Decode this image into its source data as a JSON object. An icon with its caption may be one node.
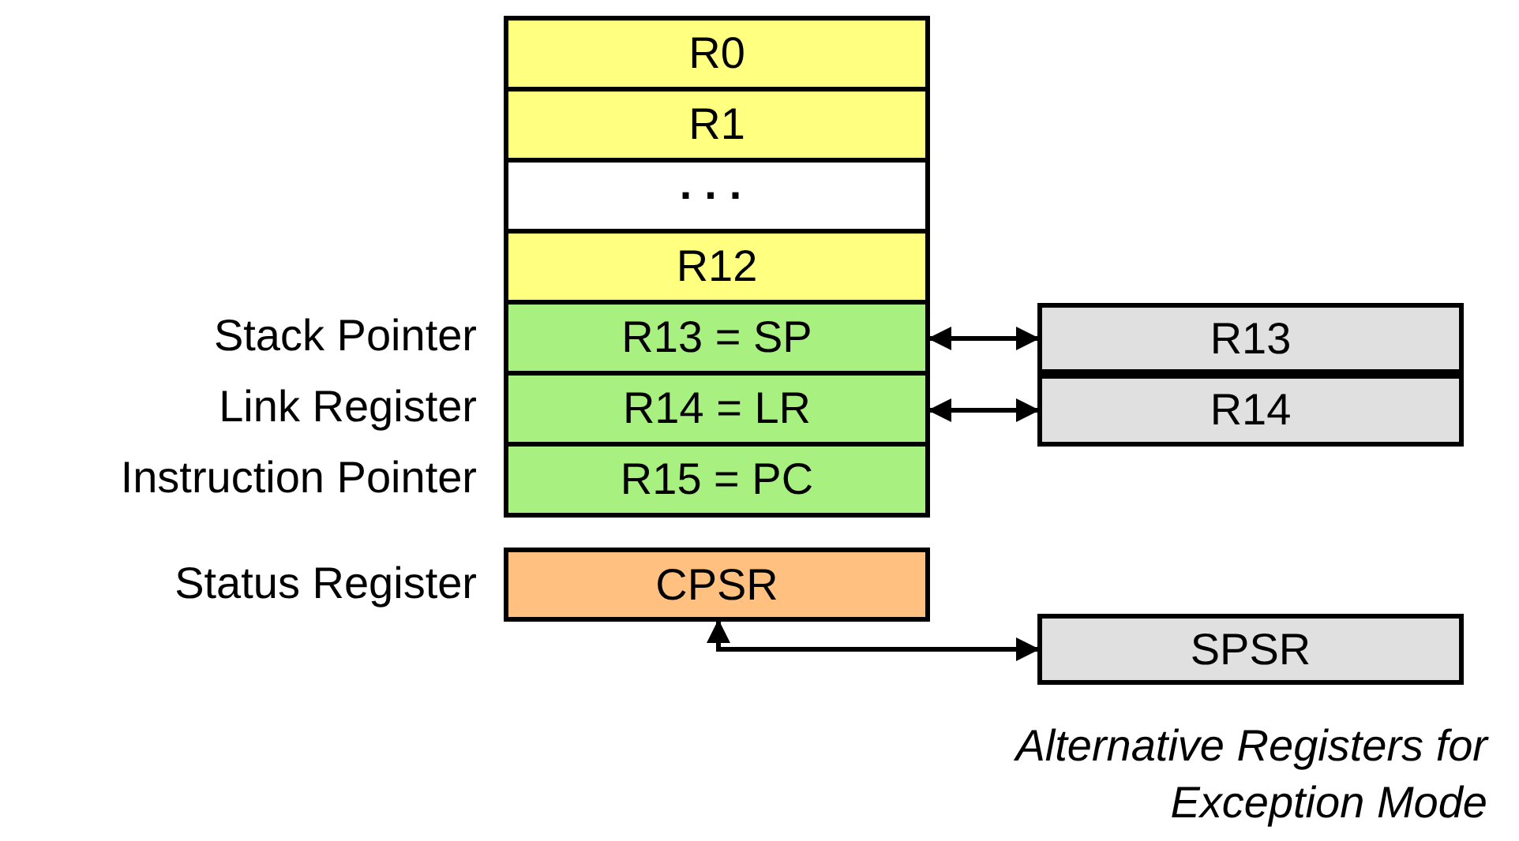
{
  "diagram": {
    "nodes": [
      {
        "text": [
          "R0"
        ]
      },
      {
        "text": [
          "R1"
        ]
      },
      {
        "text": [
          "..."
        ]
      },
      {
        "text": [
          "R12"
        ]
      },
      {
        "text": [
          "R13 = SP"
        ],
        "beside": [
          "Stack Pointer"
        ]
      },
      {
        "text": [
          "R14 = LR"
        ],
        "beside": [
          "Link Register"
        ]
      },
      {
        "text": [
          "R15 = PC"
        ],
        "beside": [
          "Instruction Pointer"
        ]
      },
      {
        "text": [
          "CPSR"
        ],
        "beside": [
          "Status Register"
        ]
      },
      {
        "text": [
          "R13"
        ]
      },
      {
        "text": [
          "R14"
        ]
      },
      {
        "text": [
          "SPSR"
        ]
      }
    ],
    "edges": [
      {
        "from": 4,
        "to": 8,
        "arrow": "both"
      },
      {
        "from": 5,
        "to": 9,
        "arrow": "both"
      },
      {
        "from": 7,
        "to": 10,
        "arrow": "both"
      }
    ],
    "labels": [
      "Alternative Registers for Exception Mode"
    ]
  }
}
